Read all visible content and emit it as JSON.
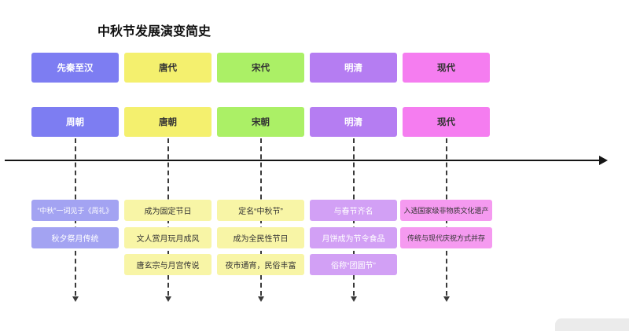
{
  "title": "中秋节发展演变简史",
  "axis_color": "#151515",
  "columns": [
    {
      "era_label": "先秦至汉",
      "period_label": "周朝",
      "header_color": "#7d7df2",
      "header_text": "#ffffff",
      "event_color": "#a3a3f2",
      "event_text": "#ffffff",
      "events": [
        "“中秋”一词见于《周礼》",
        "秋夕祭月传统"
      ]
    },
    {
      "era_label": "唐代",
      "period_label": "唐朝",
      "header_color": "#f4f06e",
      "header_text": "#333333",
      "event_color": "#f8f5a6",
      "event_text": "#333333",
      "events": [
        "成为固定节日",
        "文人赏月玩月成风",
        "唐玄宗与月宫传说"
      ]
    },
    {
      "era_label": "宋代",
      "period_label": "宋朝",
      "header_color": "#abf066",
      "header_text": "#333333",
      "event_color": "#f8f5a6",
      "event_text": "#333333",
      "events": [
        "定名“中秋节”",
        "成为全民性节日",
        "夜市通宵，民俗丰富"
      ]
    },
    {
      "era_label": "明清",
      "period_label": "明清",
      "header_color": "#b57df2",
      "header_text": "#ffffff",
      "event_color": "#d2a0f5",
      "event_text": "#ffffff",
      "events": [
        "与春节齐名",
        "月饼成为节令食品",
        "俗称“团圆节”"
      ]
    },
    {
      "era_label": "现代",
      "period_label": "现代",
      "header_color": "#f57df0",
      "header_text": "#333333",
      "event_color": "#f59af0",
      "event_text": "#333333",
      "events": [
        "入选国家级非物质文化遗产",
        "传统与现代庆祝方式并存"
      ]
    }
  ]
}
